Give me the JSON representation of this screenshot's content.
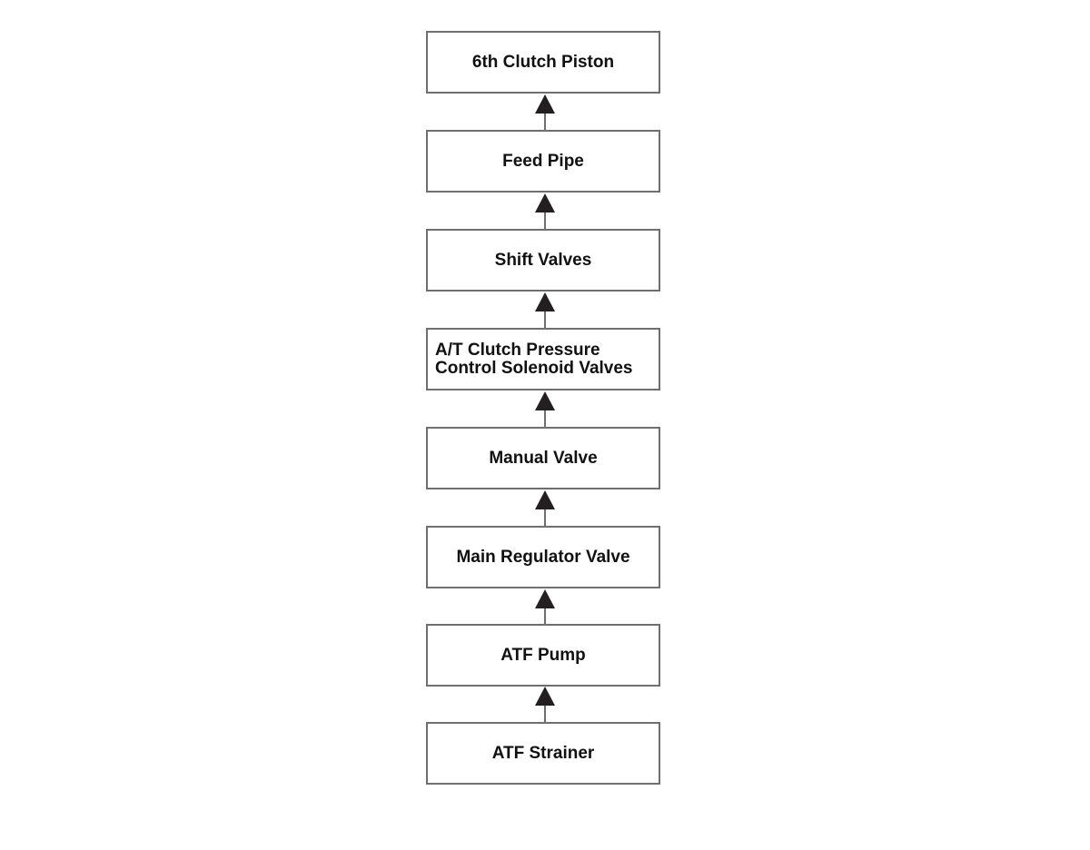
{
  "diagram": {
    "type": "flowchart",
    "direction": "bottom-to-top",
    "nodes": [
      {
        "id": "clutch_piston",
        "label": "6th Clutch Piston"
      },
      {
        "id": "feed_pipe",
        "label": "Feed Pipe"
      },
      {
        "id": "shift_valves",
        "label": "Shift Valves"
      },
      {
        "id": "solenoid_valves",
        "label": "A/T Clutch Pressure\nControl Solenoid Valves"
      },
      {
        "id": "manual_valve",
        "label": "Manual Valve"
      },
      {
        "id": "main_regulator",
        "label": "Main Regulator Valve"
      },
      {
        "id": "atf_pump",
        "label": "ATF Pump"
      },
      {
        "id": "atf_strainer",
        "label": "ATF Strainer"
      }
    ],
    "edges": [
      {
        "from": "atf_strainer",
        "to": "atf_pump"
      },
      {
        "from": "atf_pump",
        "to": "main_regulator"
      },
      {
        "from": "main_regulator",
        "to": "manual_valve"
      },
      {
        "from": "manual_valve",
        "to": "solenoid_valves"
      },
      {
        "from": "solenoid_valves",
        "to": "shift_valves"
      },
      {
        "from": "shift_valves",
        "to": "feed_pipe"
      },
      {
        "from": "feed_pipe",
        "to": "clutch_piston"
      }
    ]
  },
  "colors": {
    "box_border": "#6f6f6f",
    "arrow": "#231f20",
    "text": "#111111"
  }
}
